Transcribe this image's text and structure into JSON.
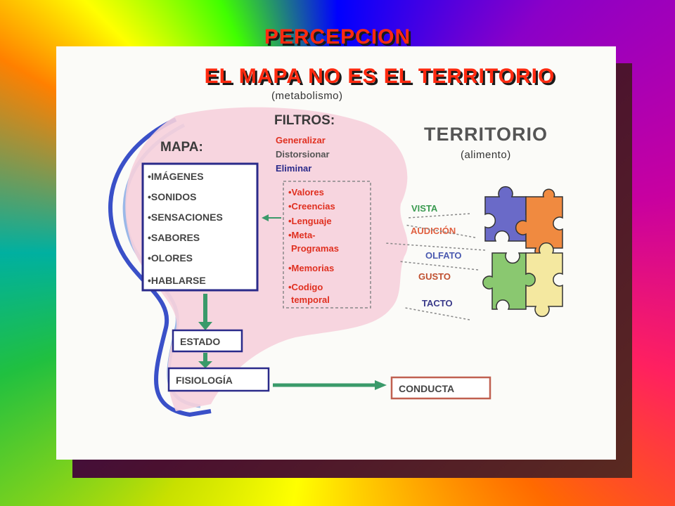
{
  "titles": {
    "main": "PERCEPCION",
    "subtitle": "EL MAPA NO ES EL TERRITORIO"
  },
  "notes": {
    "metabolismo": "(metabolismo)",
    "alimento": "(alimento)"
  },
  "mapa": {
    "heading": "MAPA:",
    "items": [
      "•IMÁGENES",
      "•SONIDOS",
      "•SENSACIONES",
      "•SABORES",
      "•OLORES",
      "•HABLARSE"
    ]
  },
  "filtros": {
    "heading": "FILTROS:",
    "processes": [
      "Generalizar",
      "Distorsionar",
      "Eliminar"
    ],
    "items": [
      "•Valores",
      "•Creencias",
      "•Lenguaje",
      "•Meta-",
      "Programas",
      "•Memorias",
      "•Codigo",
      "temporal"
    ]
  },
  "territorio": {
    "heading": "TERRITORIO"
  },
  "senses": [
    "VISTA",
    "AUDICIÓN",
    "OLFATO",
    "GUSTO",
    "TACTO"
  ],
  "flow": {
    "estado": "ESTADO",
    "fisiologia": "FISIOLOGÍA",
    "conducta": "CONDUCTA"
  },
  "colors": {
    "title": "#ff2a10",
    "box_border": "#3a3a9a",
    "arrow": "#3a9a6a",
    "filter_text": "#e03020",
    "puzzle_blue": "#6a6ac8",
    "puzzle_orange": "#f08a40",
    "puzzle_green": "#8ac870",
    "puzzle_yellow": "#f4e8a0"
  }
}
